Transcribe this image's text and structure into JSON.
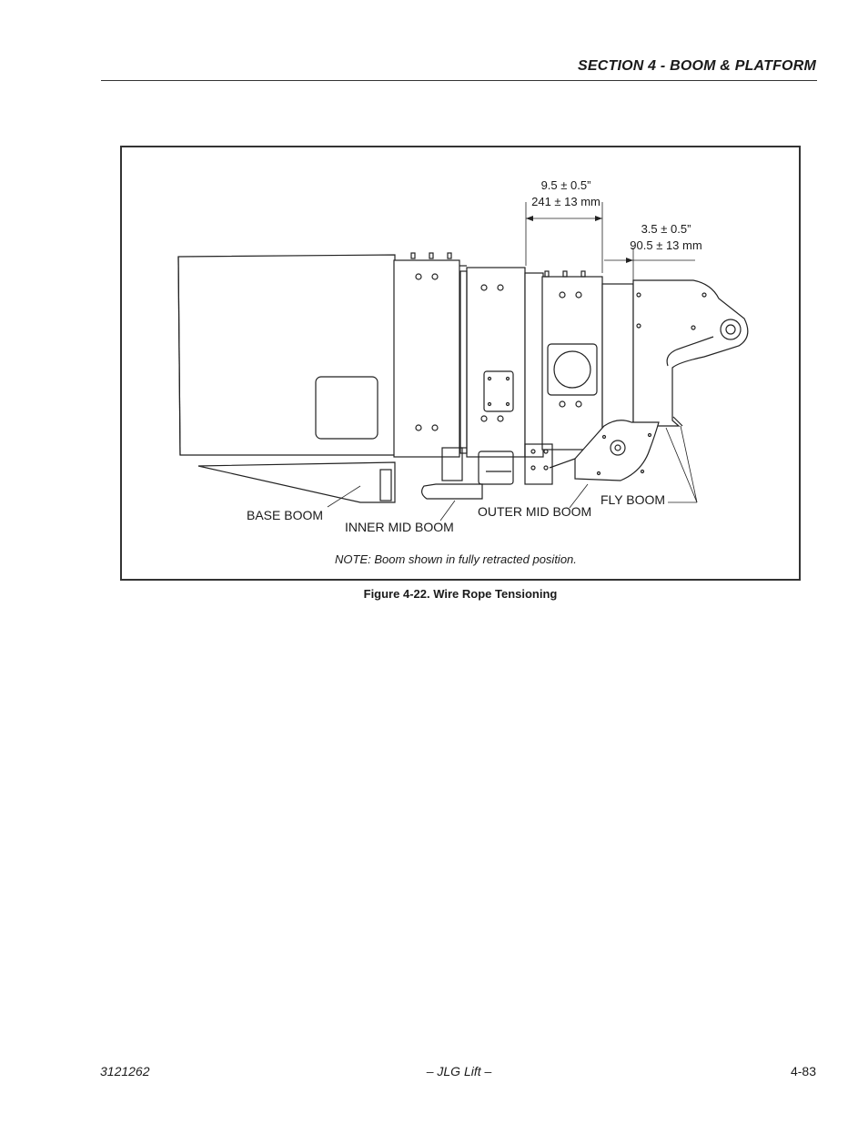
{
  "header": {
    "section_title": "SECTION 4 - BOOM & PLATFORM"
  },
  "figure": {
    "dimension_1": {
      "imperial": "9.5 ± 0.5”",
      "metric": "241 ± 13 mm"
    },
    "dimension_2": {
      "imperial": "3.5 ± 0.5”",
      "metric": "90.5 ± 13 mm"
    },
    "labels": {
      "base_boom": "BASE BOOM",
      "inner_mid_boom": "INNER MID BOOM",
      "outer_mid_boom": "OUTER MID BOOM",
      "fly_boom": "FLY BOOM"
    },
    "note": "NOTE: Boom shown in fully retracted position.",
    "caption": "Figure 4-22.  Wire Rope Tensioning"
  },
  "footer": {
    "doc_number": "3121262",
    "center": "– JLG Lift –",
    "page_number": "4-83"
  }
}
